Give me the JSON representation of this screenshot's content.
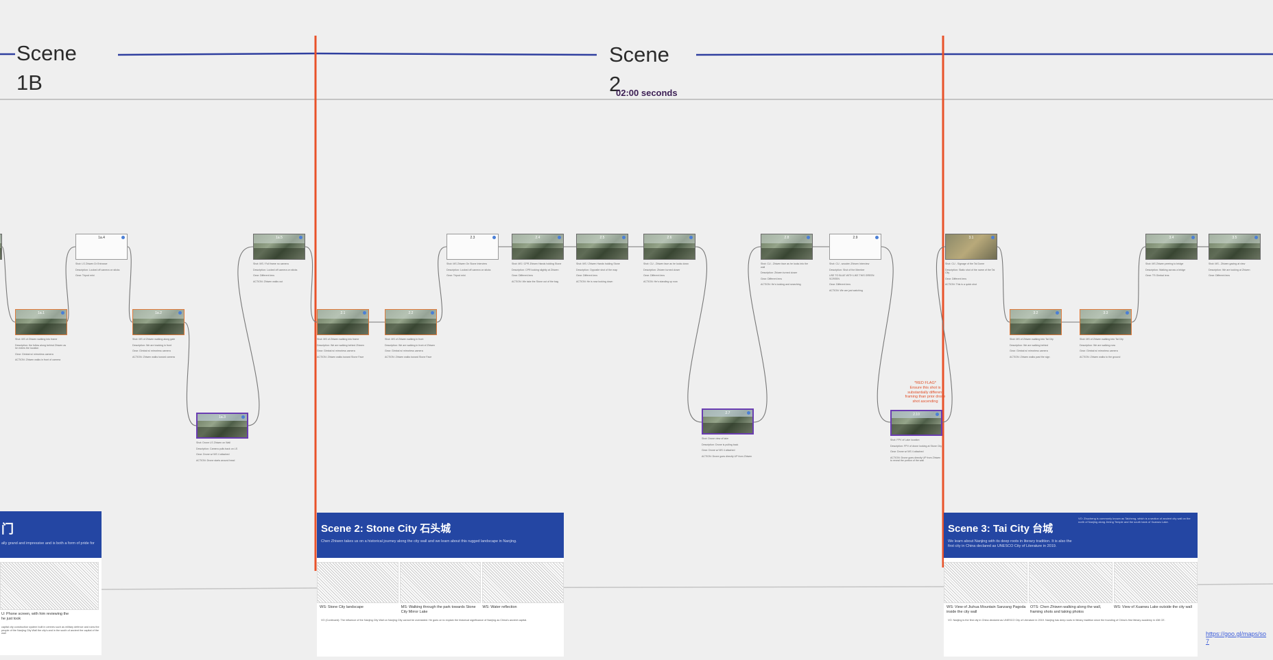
{
  "scenes": [
    {
      "label": "Scene\n1B"
    },
    {
      "label": "Scene\n2",
      "duration": "02:00 seconds"
    }
  ],
  "red_flag": "*RED FLAG*\nEnsure this shot is\nsubstantially different\nframing than prior drone\nshot ascending",
  "shots": [
    {
      "num": "1a.1",
      "lines": [
        "Shot: MS of Zhiwen walking into frame",
        "Description: the follow along behind Zhiwen as he enters the location",
        "Gear: Gimbal w/ mirrorless camera",
        "ACTION: Zhiwen walks in front of camera"
      ]
    },
    {
      "num": "1a.4",
      "lines": [
        "Shot: LS Zhiwen Dr Entrance",
        "Description: Locked off camera on sticks",
        "Gear: Tripod mini"
      ]
    },
    {
      "num": "1a.2",
      "lines": [
        "Shot: MS of Zhiwen walking along gate",
        "Description: We are tracking in front",
        "Gear: Gimbal w/ mirrorless camera",
        "ACTION: Zhiwen walks toward camera"
      ]
    },
    {
      "num": "1a.3",
      "lines": [
        "Shot: Drone LS Zhiwen on Wall",
        "Description: Camera pulls back on LS",
        "Gear: Drone w/ MS 4 attached",
        "ACTION: Drone starts around head"
      ]
    },
    {
      "num": "1a.5",
      "lines": [
        "Shot: MS / Full frame no camera",
        "Description: Locked off camera on sticks",
        "Gear: Different lens",
        "ACTION: Zhiwen walks out"
      ]
    },
    {
      "num": "2.1",
      "lines": [
        "Shot: MS of Zhiwen walking into frame",
        "Description: We are walking behind Zhiwen",
        "Gear: Gimbal w/ mirrorless camera",
        "ACTION: Zhiwen walks toward Stone Face"
      ]
    },
    {
      "num": "2.2",
      "lines": [
        "Shot: MS of Zhiwen walking in front",
        "Description: We are walking in front of Zhiwen",
        "Gear: Gimbal w/ mirrorless camera",
        "ACTION: Zhiwen walks toward Stone Face"
      ]
    },
    {
      "num": "2.3",
      "lines": [
        "Shot: MS Zhiwen On Stone Interview",
        "Description: Locked off camera on sticks",
        "Gear: Tripod mini"
      ]
    },
    {
      "num": "2.4",
      "lines": [
        "Shot: MS / CPR Zhiwen Hands holding Stone",
        "Description: CPR looking slightly at Zhiwen",
        "Gear: Different lens",
        "ACTION: We take the Stone out of the bag"
      ]
    },
    {
      "num": "2.5",
      "lines": [
        "Shot: MS / Zhiwen Hands holding Stone",
        "Description: Opposite shot of the map",
        "Gear: Different lens",
        "ACTION: He is now looking down"
      ]
    },
    {
      "num": "2.6",
      "lines": [
        "Shot: CU - Zhiwen face as he looks down",
        "Description: Zhiwen turned closer",
        "Gear: Different lens",
        "ACTION: He's standing up now"
      ]
    },
    {
      "num": "2.7",
      "lines": [
        "Shot: Drone view of lake",
        "Description: Drone is pulling back",
        "Gear: Drone w/ MS 4 attached",
        "ACTION: Drone goes directly UP from Zhiwen"
      ]
    },
    {
      "num": "2.8",
      "lines": [
        "Shot: CU - Zhiwen face as he looks into the wall",
        "Description: Zhiwen turned closer",
        "Gear: Different lens",
        "ACTION: He's looking and searching"
      ]
    },
    {
      "num": "2.9",
      "lines": [
        "Shot: CU - wooden Zhiwen Interview",
        "Description: Shot of the Member",
        "USE TO BLUE WITH LIKE THIS GREEN SCREEN",
        "Gear: Different lens",
        "ACTION: We are just watching"
      ]
    },
    {
      "num": "2.10",
      "lines": [
        "Shot: FPV of Lake location",
        "Description: FPV of drone looking at Stone City",
        "Gear: Drone w/ MS 4 attached",
        "ACTION: Drone goes directly UP from Zhiwen to reveal the portion of the wall"
      ]
    },
    {
      "num": "3.1",
      "lines": [
        "Shot: CU - Signage of the Tai Dome",
        "Description: Static shot of the name of the Tai City",
        "Gear: Different lens",
        "ACTION: This is a quick shot"
      ]
    },
    {
      "num": "3.2",
      "lines": [
        "Shot: MS of Zhiwen walking into Tai City",
        "Description: We are walking behind",
        "Gear: Gimbal w/ mirrorless camera",
        "ACTION: Zhiwen walks past the sign"
      ]
    },
    {
      "num": "3.3",
      "lines": [
        "Shot: MS of Zhiwen walking into Tai City",
        "Description: We are walking now",
        "Gear: Gimbal w/ mirrorless camera",
        "ACTION: Zhiwen walks to the ground"
      ]
    },
    {
      "num": "3.4",
      "lines": [
        "Shot: MS Zhiwen peering to bridge",
        "Description: Walking across a bridge",
        "Gear: TS Gimbal lens"
      ]
    },
    {
      "num": "3.5",
      "lines": [
        "Shot: MS - Zhiwen gazing at view",
        "Description: We are looking at Zhiwen",
        "Gear: Different lens"
      ]
    }
  ],
  "panels": {
    "scene1": {
      "title": "门",
      "subtitle": "ally grand and impressive and is both a form of pride for",
      "caption": "U: Phone screen, with him reviewing the\nhe just took",
      "vo": "capital city construction system built in centres such as military defence and ruins the people of the Nanjing City Wall the city's and in the south of ancient the capital of the wall"
    },
    "scene2": {
      "title": "Scene 2: Stone City 石头城",
      "subtitle": "Chen Zhiwen takes us on a historical journey along the city wall and we learn about this rugged landscape in Nanjing.",
      "captions": [
        "WS: Stone City landscape",
        "MS: Walking through the park towards Stone City Mirror Lake",
        "WS: Water reflection"
      ],
      "vo": "VO (Continued): The influence of the Nanjing City Wall on Nanjing City cannot be overstated. He goes on to explain the historical significance of Nanjing as China's ancient capital."
    },
    "scene3": {
      "title": "Scene 3: Tai City 台城",
      "subtitle": "We learn about Nanjing with its deep roots in literary tradition. It is also the first city in China declared as UNESCO City of Literature in 2019.",
      "captions": [
        "WS: View of Jiuhua Mountain Sanzang Pagoda inside the city wall",
        "OTS: Chen Zhiwen walking along the wall, framing shots and taking photos",
        "WS: View of Xuanwu Lake outside the city wall"
      ],
      "vo": "VO: Nanjing is the first city in China declared as UNESCO City of Literature in 2019. Nanjing has deep roots in literary tradition since the founding of China's first literary academy in 438 CE."
    },
    "sidebar_note": "VO: Zhucheng is commonly known as Taicheng, which is a section of ancient city wall on the north of Nanjing along Jiming Temple and the south bank of Xuanwu Lake."
  },
  "link_text": "https://goo.gl/maps/so\n7",
  "colors": {
    "scene_line": "#2f3f9f",
    "divider": "#e8522a",
    "connector": "#777777",
    "panel_head": "#2446a3",
    "purple": "#6a3db2",
    "orange": "#e07a3a"
  }
}
